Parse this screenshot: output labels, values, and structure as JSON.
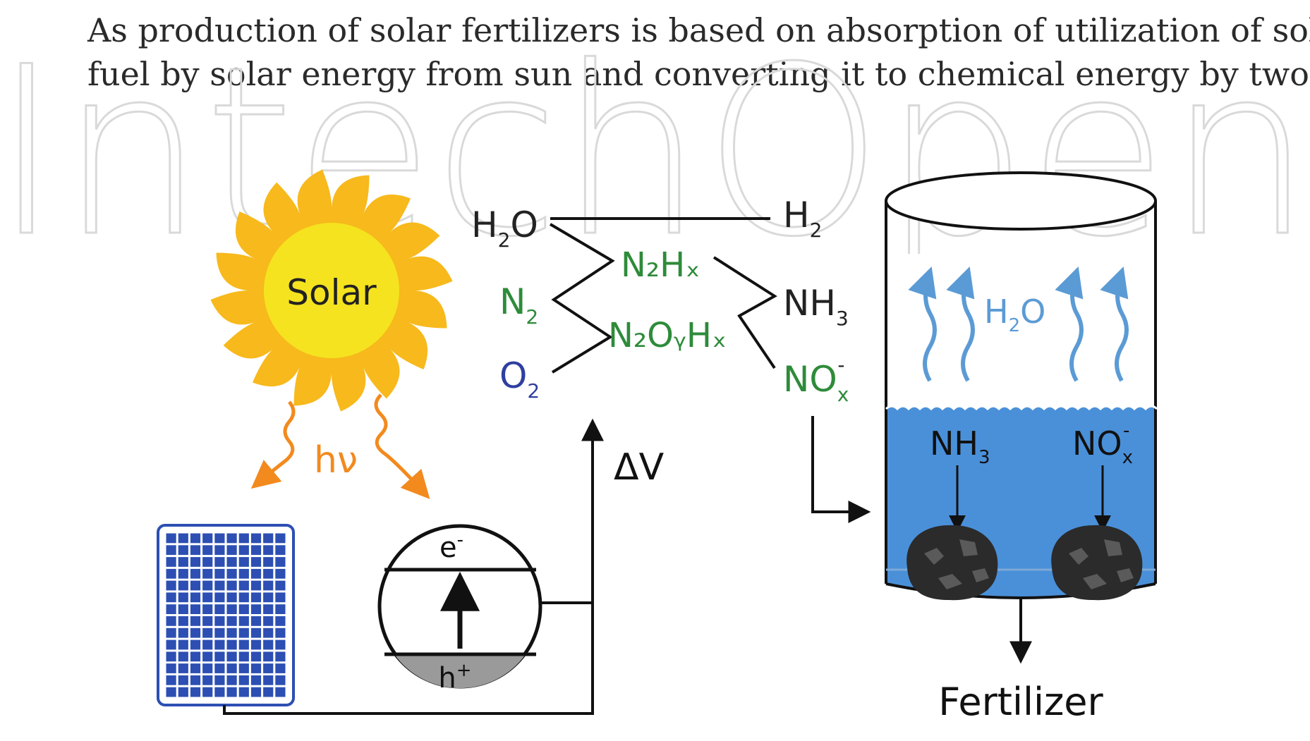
{
  "intro_text": {
    "line1": "As production of solar fertilizers is based on absorption of utilization of solar",
    "line2": "fuel by solar energy from sun and converting it to chemical energy by two"
  },
  "watermark": {
    "text": "IntechOpen",
    "color": "#d9d9d9"
  },
  "diagram": {
    "sun": {
      "label": "Solar",
      "fill": "#f5e31f",
      "ray_color": "#f7b91c"
    },
    "photon": {
      "label": "hν",
      "color": "#f28a1e"
    },
    "band_diagram": {
      "top_label": "e",
      "top_sup": "-",
      "bottom_label": "h",
      "bottom_sup": "+",
      "hole_band_color": "#9a9a9a"
    },
    "voltage": {
      "label": "ΔV"
    },
    "reactants": [
      {
        "base": "H",
        "sub": "2",
        "tail": "O",
        "color": "#222222"
      },
      {
        "base": "N",
        "sub": "2",
        "color": "#2e8b3a"
      },
      {
        "base": "O",
        "sub": "2",
        "color": "#2f3fa0"
      }
    ],
    "intermediates": [
      {
        "text": "N₂Hₓ",
        "color": "#2e8b3a"
      },
      {
        "text": "N₂OᵧHₓ",
        "color": "#2e8b3a"
      }
    ],
    "products": [
      {
        "base": "H",
        "sub": "2",
        "color": "#222222"
      },
      {
        "base": "NH",
        "sub": "3",
        "color": "#222222"
      },
      {
        "base": "NO",
        "sub": "x",
        "sup": "-",
        "color": "#2e8b3a"
      }
    ],
    "tank": {
      "vapor_label_base": "H",
      "vapor_label_sub": "2",
      "vapor_label_tail": "O",
      "vapor_color": "#5b9bd5",
      "water_color": "#4a90d9",
      "nh3_label_base": "NH",
      "nh3_label_sub": "3",
      "nox_label_base": "NO",
      "nox_label_sub": "x",
      "nox_label_sup": "-"
    },
    "output_label": "Fertilizer",
    "panel_color": "#2d4fb3"
  }
}
